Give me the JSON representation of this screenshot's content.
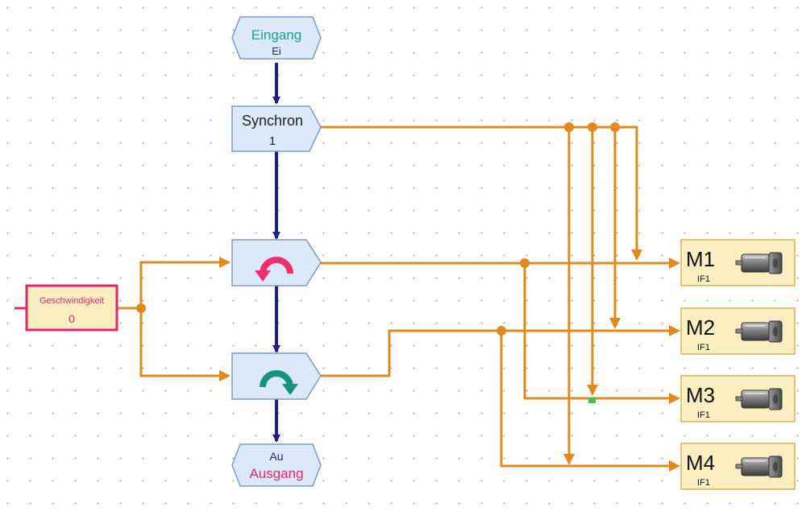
{
  "program": {
    "entry": {
      "label": "Eingang",
      "sub": "Ei"
    },
    "sync": {
      "label": "Synchron",
      "value": "1"
    },
    "rotate_ccw": {
      "icon": "rotate-ccw-icon"
    },
    "rotate_cw": {
      "icon": "rotate-cw-icon"
    },
    "exit": {
      "top": "Au",
      "label": "Ausgang"
    },
    "speed": {
      "label": "Geschwindigkeit",
      "value": "0"
    },
    "motors": [
      {
        "name": "M1",
        "iface": "IF1",
        "icon": "motor-icon"
      },
      {
        "name": "M2",
        "iface": "IF1",
        "icon": "motor-icon"
      },
      {
        "name": "M3",
        "iface": "IF1",
        "icon": "motor-icon"
      },
      {
        "name": "M4",
        "iface": "IF1",
        "icon": "motor-icon"
      }
    ]
  },
  "colors": {
    "flow": "#1e1e8c",
    "data_wire": "#e08a1e",
    "block_fill": "#dce9f8",
    "block_border": "#7a9cc6",
    "motor_fill": "#fbeec0",
    "motor_border": "#d6b25a",
    "speed_border": "#e0266e",
    "entry_text": "#1aa08a",
    "exit_text": "#e0266e",
    "grid_dot": "#b0b0b0",
    "ccw_arrow": "#f0306a",
    "cw_arrow": "#17937e"
  }
}
